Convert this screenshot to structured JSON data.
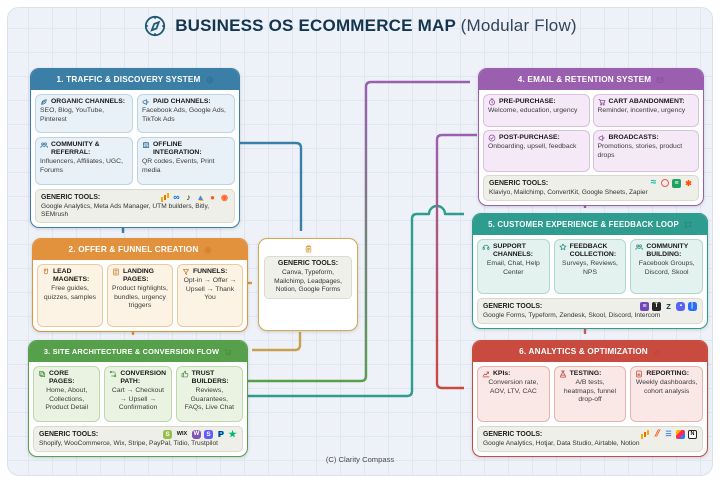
{
  "title": {
    "main": "BUSINESS OS ECOMMERCE MAP",
    "sub": "(Modular Flow)"
  },
  "footer": "(C) Clarity Compass",
  "colors": {
    "background": "#eef2f8",
    "box1_header": "#3b7fa6",
    "box2_header": "#e2913c",
    "box3_header": "#57a04b",
    "box4_header": "#9a5fae",
    "box5_header": "#2e9c8e",
    "box6_header": "#c94b3f",
    "mid_box_border": "#d7a753",
    "title_text": "#13354e"
  },
  "boxes": [
    {
      "header": "1. TRAFFIC & DISCOVERY SYSTEM",
      "icon_ref": "#ic-globe",
      "cards": [
        {
          "icon_ref": "#ic-leaf",
          "title": "ORGANIC CHANNELS:",
          "body": "SEO, Blog, YouTube, Pinterest"
        },
        {
          "icon_ref": "#ic-mega",
          "title": "PAID CHANNELS:",
          "body": "Facebook Ads, Google Ads, TikTok Ads"
        },
        {
          "icon_ref": "#ic-people",
          "title": "COMMUNITY & REFERRAL:",
          "body": "Influencers, Affiliates, UGC, Forums"
        },
        {
          "icon_ref": "#ic-store",
          "title": "OFFLINE INTEGRATION:",
          "body": "QR codes, Events, Print media"
        }
      ],
      "tools": {
        "label": "GENERIC TOOLS:",
        "items": "Google Analytics, Meta Ads Manager, UTM builders, Bitly, SEMrush",
        "icons": [
          "google-analytics",
          "meta",
          "tiktok",
          "google-ads",
          "bitly",
          "semrush"
        ]
      }
    },
    {
      "header": "2. OFFER & FUNNEL CREATION",
      "icon_ref": "#ic-target",
      "cards": [
        {
          "icon_ref": "#ic-magnet",
          "title": "LEAD MAGNETS:",
          "body": "Free guides, quizzes, samples"
        },
        {
          "icon_ref": "#ic-page",
          "title": "LANDING PAGES:",
          "body": "Product highlights, bundles, urgency triggers"
        },
        {
          "icon_ref": "#ic-funnel",
          "title": "FUNNELS:",
          "body": "Opt-in → Offer → Upsell → Thank You"
        }
      ]
    },
    {
      "header": "3. SITE ARCHITECTURE & CONVERSION FLOW",
      "icon_ref": "#ic-cart",
      "cards": [
        {
          "icon_ref": "#ic-layers",
          "title": "CORE PAGES:",
          "body": "Home, About, Collections, Product Detail"
        },
        {
          "icon_ref": "#ic-route",
          "title": "CONVERSION PATH:",
          "body": "Cart → Checkout → Upsell → Confirmation"
        },
        {
          "icon_ref": "#ic-thumb",
          "title": "TRUST BUILDERS:",
          "body": "Reviews, Guarantees, FAQs, Live Chat"
        }
      ],
      "tools": {
        "label": "GENERIC TOOLS:",
        "items": "Shopify, WooCommerce, Wix, Stripe, PayPal, Tidio, Trustpilot",
        "icons": [
          "shopify",
          "wix",
          "woo",
          "stripe",
          "paypal",
          "trustpilot"
        ]
      }
    },
    {
      "header": "4. EMAIL & RETENTION SYSTEM",
      "icon_ref": "#ic-mail",
      "cards": [
        {
          "icon_ref": "#ic-clock",
          "title": "PRE-PURCHASE:",
          "body": "Welcome, education, urgency"
        },
        {
          "icon_ref": "#ic-cart",
          "title": "CART ABANDONMENT:",
          "body": "Reminder, incentive, urgency"
        },
        {
          "icon_ref": "#ic-check",
          "title": "POST-PURCHASE:",
          "body": "Onboarding, upsell, feedback"
        },
        {
          "icon_ref": "#ic-mega",
          "title": "BROADCASTS:",
          "body": "Promotions, stories, product drops"
        }
      ],
      "tools": {
        "label": "GENERIC TOOLS:",
        "items": "Klaviyo, Mailchimp, ConvertKit, Google Sheets, Zapier",
        "icons": [
          "klaviyo",
          "mailchimp",
          "google-sheets",
          "zapier"
        ]
      }
    },
    {
      "header": "5. CUSTOMER EXPERIENCE & FEEDBACK LOOP",
      "icon_ref": "#ic-chat",
      "cards": [
        {
          "icon_ref": "#ic-headset",
          "title": "SUPPORT CHANNELS:",
          "body": "Email, Chat, Help Center"
        },
        {
          "icon_ref": "#ic-star",
          "title": "FEEDBACK COLLECTION:",
          "body": "Surveys, Reviews, NPS"
        },
        {
          "icon_ref": "#ic-people",
          "title": "COMMUNITY BUILDING:",
          "body": "Facebook Groups, Discord, Skool"
        }
      ],
      "tools": {
        "label": "GENERIC TOOLS:",
        "items": "Google Forms, Typeform, Zendesk, Skool, Discord, Intercom",
        "icons": [
          "google-forms",
          "typeform",
          "zendesk",
          "discord",
          "intercom"
        ]
      }
    },
    {
      "header": "6. ANALYTICS & OPTIMIZATION",
      "icon_ref": "#ic-bars",
      "cards": [
        {
          "icon_ref": "#ic-chartline",
          "title": "KPIs:",
          "body": "Conversion rate, AOV, LTV, CAC"
        },
        {
          "icon_ref": "#ic-flask",
          "title": "TESTING:",
          "body": "A/B tests, heatmaps, funnel drop-off"
        },
        {
          "icon_ref": "#ic-report",
          "title": "REPORTING:",
          "body": "Weekly dashboards, cohort analysis"
        }
      ],
      "tools": {
        "label": "GENERIC TOOLS:",
        "items": "Google Analytics, Hotjar, Data Studio, Airtable, Notion",
        "icons": [
          "google-analytics",
          "hotjar",
          "data-studio",
          "airtable",
          "notion"
        ]
      }
    }
  ],
  "mid_box": {
    "icon_ref": "#ic-clipboard",
    "label": "GENERIC TOOLS:",
    "items": "Canva, Typeform, Mailchimp, Leadpages, Notion, Google Forms"
  }
}
